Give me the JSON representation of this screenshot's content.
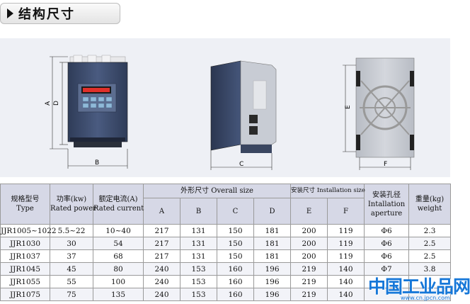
{
  "section": {
    "title": "结构尺寸"
  },
  "diagrams": {
    "front": {
      "dim_height_outer": "A",
      "dim_height_inner": "D",
      "dim_width": "B"
    },
    "side": {
      "dim_depth": "C"
    },
    "back": {
      "dim_mount_height": "E",
      "dim_mount_width": "F"
    }
  },
  "table": {
    "headers": {
      "model_cn": "规格型号",
      "model_en": "Type",
      "power_cn": "功率(kw)",
      "power_en": "Rated power",
      "current_cn": "额定电流(A)",
      "current_en": "Rated current",
      "overall_group": "外形尺寸 Overall size",
      "install_group": "安装尺寸 Installation size",
      "aperture_cn": "安装孔径",
      "aperture_en_1": "Intallation",
      "aperture_en_2": "aperture",
      "weight_cn": "重量(kg)",
      "weight_en": "weight",
      "col_a": "A",
      "col_b": "B",
      "col_c": "C",
      "col_d": "D",
      "col_e": "E",
      "col_f": "F"
    },
    "rows": [
      {
        "type": "JJR1005~1022",
        "power": "5.5~22",
        "current": "10~40",
        "a": "217",
        "b": "131",
        "c": "150",
        "d": "181",
        "e": "200",
        "f": "119",
        "aperture": "Φ6",
        "weight": "2.3"
      },
      {
        "type": "JJR1030",
        "power": "30",
        "current": "54",
        "a": "217",
        "b": "131",
        "c": "150",
        "d": "181",
        "e": "200",
        "f": "119",
        "aperture": "Φ6",
        "weight": "2.5"
      },
      {
        "type": "JJR1037",
        "power": "37",
        "current": "68",
        "a": "217",
        "b": "131",
        "c": "150",
        "d": "181",
        "e": "200",
        "f": "119",
        "aperture": "Φ6",
        "weight": "2.5"
      },
      {
        "type": "JJR1045",
        "power": "45",
        "current": "80",
        "a": "240",
        "b": "153",
        "c": "160",
        "d": "196",
        "e": "219",
        "f": "140",
        "aperture": "Φ7",
        "weight": "3.8"
      },
      {
        "type": "JJR1055",
        "power": "55",
        "current": "100",
        "a": "240",
        "b": "153",
        "c": "160",
        "d": "196",
        "e": "219",
        "f": "140",
        "aperture": "",
        "weight": ""
      },
      {
        "type": "JJR1075",
        "power": "75",
        "current": "135",
        "a": "240",
        "b": "153",
        "c": "160",
        "d": "196",
        "e": "219",
        "f": "140",
        "aperture": "",
        "weight": ""
      }
    ]
  },
  "watermark": {
    "text": "中国工业品网",
    "url": "www.cn.jpcn.com"
  },
  "colors": {
    "device_body": "#3d4d6e",
    "display_red": "#e0302a",
    "keypad": "#8fb9d8",
    "header_bg": "#d6d8e6"
  }
}
